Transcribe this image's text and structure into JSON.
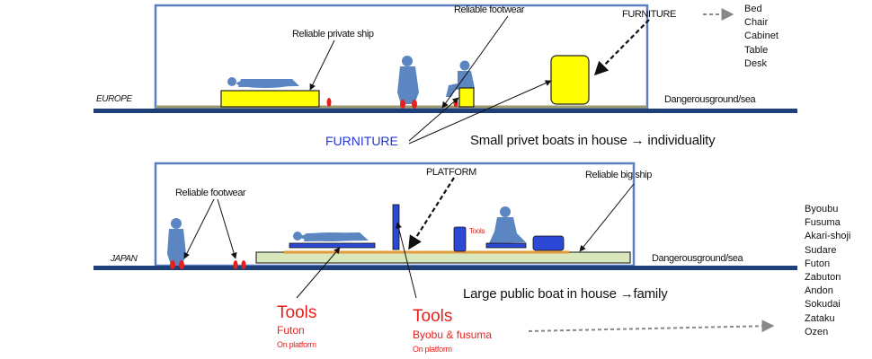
{
  "europe": {
    "region_label": "EUROPE",
    "ship_label": "Reliable private ship",
    "footwear_label": "Reliable footwear",
    "furniture_heading": "FURNITURE",
    "furniture_items": [
      "Bed",
      "Chair",
      "Cabinet",
      "Table",
      "Desk"
    ],
    "ground_label": "Dangerousground/sea",
    "furniture_callout": "FURNITURE",
    "caption": "Small privet boats in house → individuality"
  },
  "japan": {
    "region_label": "JAPAN",
    "footwear_label": "Reliable footwear",
    "platform_label": "PLATFORM",
    "ship_label": "Reliable big ship",
    "tools_tag": "Tools",
    "ground_label": "Dangerousground/sea",
    "caption": "Large public boat in house →family",
    "tools_futon": {
      "title": "Tools",
      "sub": "Futon",
      "note": "On platform"
    },
    "tools_byobu": {
      "title": "Tools",
      "sub": "Byobu & fusuma",
      "note": "On platform"
    },
    "items": [
      "Byoubu",
      "Fusuma",
      "Akari-shoji",
      "Sudare",
      "Futon",
      "Zabuton",
      "Andon",
      "Sokudai",
      "Zataku",
      "Ozen"
    ]
  },
  "colors": {
    "frame_blue": "#5b7fc0",
    "ground_navy": "#1f3f78",
    "figure_blue": "#5b86c2",
    "furniture_yellow": "#ffff00",
    "tool_blue": "#2b48d6",
    "platform_green": "#d8e8bc",
    "shoe_red": "#e8201c",
    "tools_red": "#e8201c",
    "furniture_text_blue": "#2436d8"
  }
}
